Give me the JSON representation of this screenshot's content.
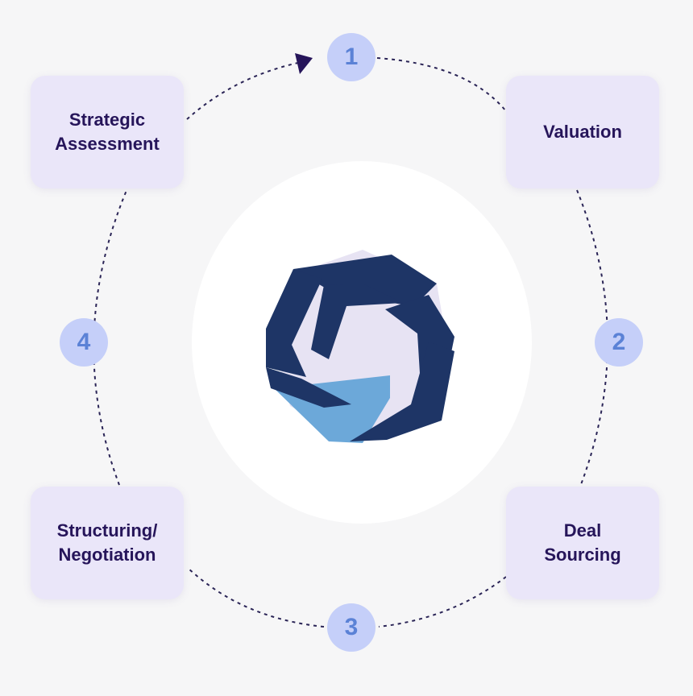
{
  "cycle": {
    "steps": [
      {
        "number": "1",
        "lines": [
          "Valuation"
        ]
      },
      {
        "number": "2",
        "lines": [
          "Deal",
          "Sourcing"
        ]
      },
      {
        "number": "3",
        "lines": [
          "Structuring/",
          "Negotiation"
        ]
      },
      {
        "number": "4",
        "lines": [
          "Strategic",
          "Assessment"
        ]
      }
    ]
  },
  "colors": {
    "background": "#f6f6f7",
    "card": "#eae6f9",
    "card_text": "#26155a",
    "badge": "#c5cff9",
    "badge_text": "#5b82d6",
    "ring_dashes": "#2a2456",
    "logo_dark": "#1e3566",
    "logo_light": "#6ca8d9"
  },
  "logo": {
    "icon": "hexagonal-aperture-logo"
  }
}
